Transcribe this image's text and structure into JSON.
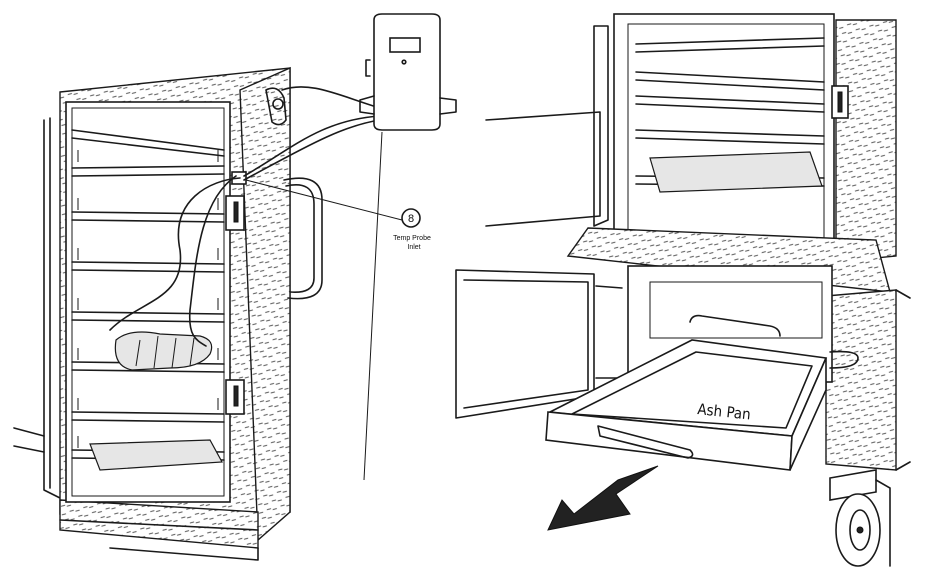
{
  "callout": {
    "number": "8",
    "label_line1": "Temp Probe",
    "label_line2": "Inlet"
  },
  "drawer_label": "Ash Pan"
}
